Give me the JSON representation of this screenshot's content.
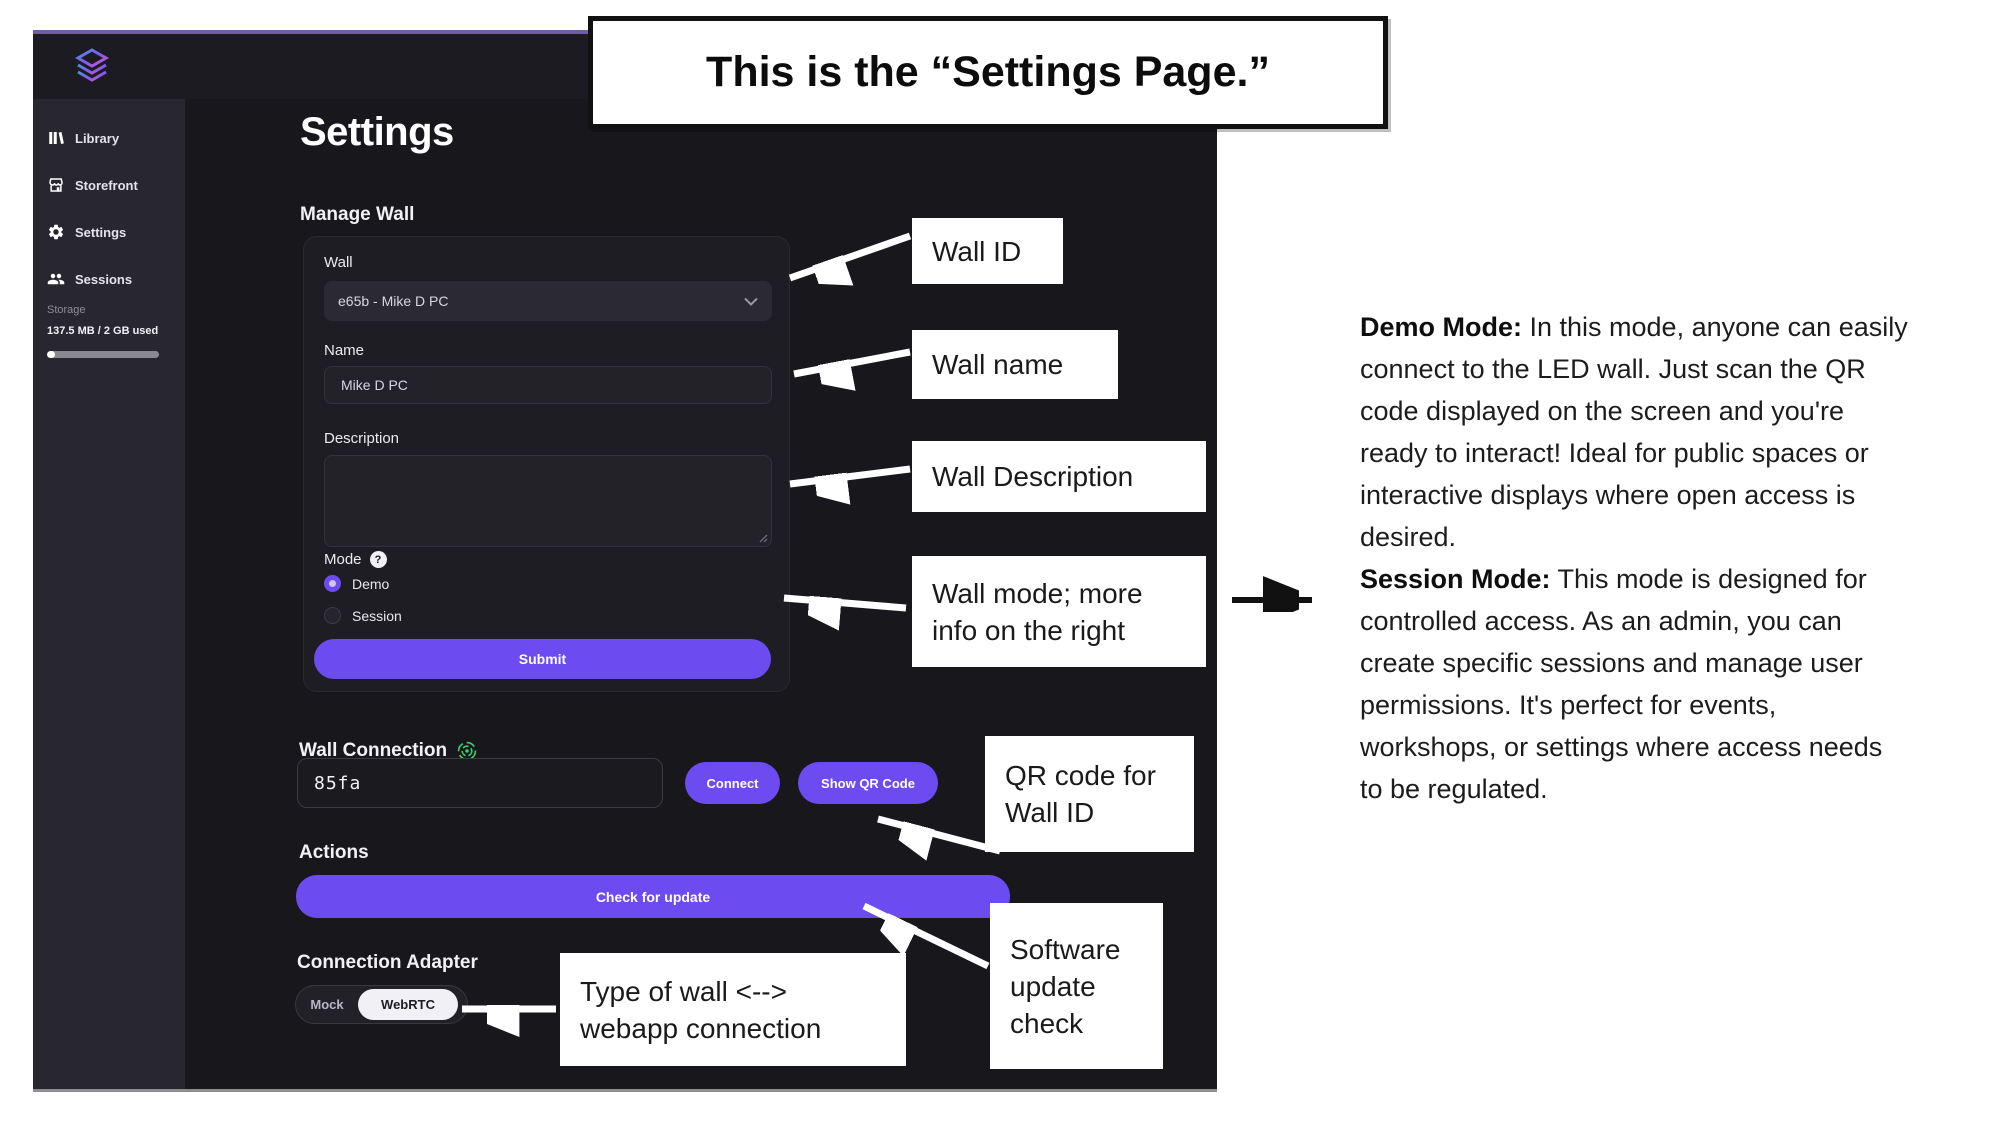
{
  "annotations": {
    "title": "This is the “Settings Page.”",
    "wall_id": "Wall ID",
    "wall_name": "Wall name",
    "wall_description": "Wall Description",
    "wall_mode": "Wall mode; more info on the right",
    "qr_code": "QR code for Wall ID",
    "software_update": "Software update check",
    "adapter": "Type of wall <--> webapp connection"
  },
  "info_panel": {
    "demo_label": "Demo Mode:",
    "demo_text": " In this mode, anyone can easily connect to the LED wall. Just scan the QR code displayed on the screen and you're ready to interact! Ideal for public spaces or interactive displays where open access is desired.",
    "session_label": "Session Mode:",
    "session_text": " This mode is designed for controlled access. As an admin, you can create specific sessions and manage user permissions. It's perfect for events, workshops, or settings where access needs to be regulated."
  },
  "sidebar": {
    "items": [
      {
        "label": "Library",
        "icon": "library-icon"
      },
      {
        "label": "Storefront",
        "icon": "storefront-icon"
      },
      {
        "label": "Settings",
        "icon": "gear-icon"
      },
      {
        "label": "Sessions",
        "icon": "people-icon"
      }
    ],
    "storage": {
      "label": "Storage",
      "usage": "137.5 MB / 2 GB used",
      "percent_used": 7
    }
  },
  "page": {
    "title": "Settings",
    "manage_wall": {
      "section_title": "Manage Wall",
      "wall_label": "Wall",
      "wall_value": "e65b - Mike D PC",
      "name_label": "Name",
      "name_value": "Mike D PC",
      "description_label": "Description",
      "description_value": "",
      "mode_label": "Mode",
      "modes": [
        {
          "label": "Demo",
          "selected": true
        },
        {
          "label": "Session",
          "selected": false
        }
      ],
      "submit_label": "Submit"
    },
    "wall_connection": {
      "title": "Wall Connection",
      "code_value": "85fa",
      "connect_label": "Connect",
      "show_qr_label": "Show QR Code"
    },
    "actions": {
      "title": "Actions",
      "check_update_label": "Check for update"
    },
    "adapter": {
      "title": "Connection Adapter",
      "options": [
        {
          "label": "Mock",
          "selected": false
        },
        {
          "label": "WebRTC",
          "selected": true
        }
      ]
    }
  },
  "colors": {
    "accent_purple": "#6c4cf1",
    "connection_green": "#3ecf6e",
    "app_background": "#18171c",
    "sidebar_background": "#28262e"
  }
}
